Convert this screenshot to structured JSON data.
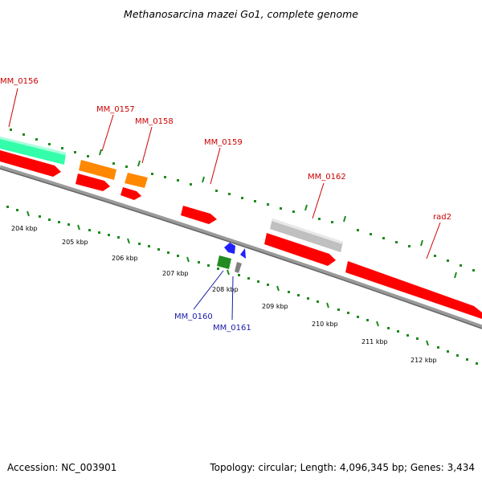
{
  "title": "Methanosarcina mazei Go1, complete genome",
  "footer": {
    "accession": "Accession: NC_003901",
    "summary": "Topology: circular; Length: 4,096,345 bp; Genes: 3,434"
  },
  "colors": {
    "backbone": "#808080",
    "forward_cds": "#ff0000",
    "reverse_gene": "#2020ff",
    "top_label": "#cc0000",
    "bottom_label": "#1a1aaa",
    "tick": "#1f8a1f",
    "teal_gene": "#33ffaa",
    "orange_gene": "#ff8800",
    "grey_gene": "#c0c0c0",
    "green_gene": "#228b22"
  },
  "scale_labels": [
    "204 kbp",
    "205 kbp",
    "206 kbp",
    "207 kbp",
    "208 kbp",
    "209 kbp",
    "210 kbp",
    "211 kbp",
    "212 kbp"
  ],
  "top_labels": [
    {
      "id": "mm0156",
      "text": "MM_0156"
    },
    {
      "id": "mm0157",
      "text": "MM_0157"
    },
    {
      "id": "mm0158",
      "text": "MM_0158"
    },
    {
      "id": "mm0159",
      "text": "MM_0159"
    },
    {
      "id": "mm0162",
      "text": "MM_0162"
    },
    {
      "id": "rad2",
      "text": "rad2"
    }
  ],
  "bottom_labels": [
    {
      "id": "mm0160",
      "text": "MM_0160"
    },
    {
      "id": "mm0161",
      "text": "MM_0161"
    }
  ]
}
